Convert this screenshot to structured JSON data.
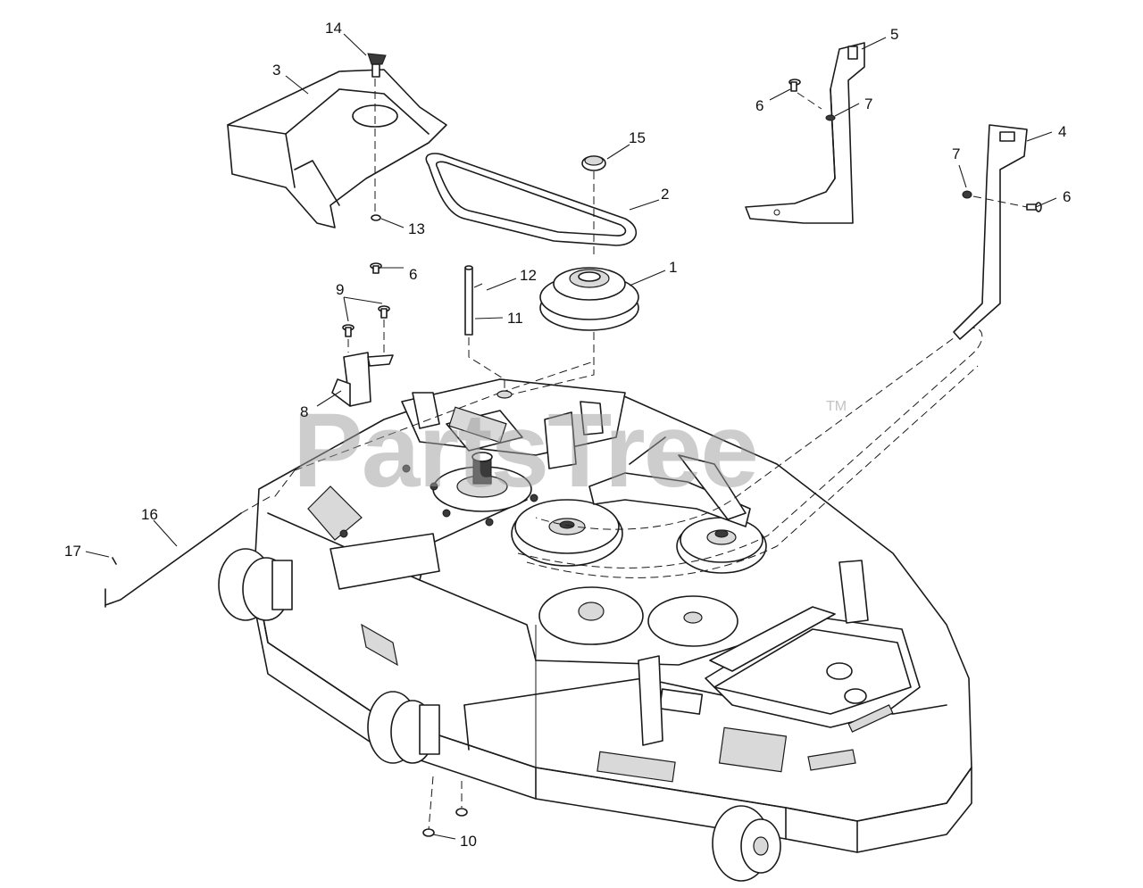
{
  "watermark": {
    "text": "PartsTree",
    "trademark": "TM",
    "color": "#9c9c9c"
  },
  "callouts": [
    "1",
    "2",
    "3",
    "4",
    "5",
    "6",
    "6",
    "6",
    "7",
    "7",
    "8",
    "9",
    "10",
    "11",
    "12",
    "13",
    "14",
    "15",
    "16",
    "17"
  ],
  "colors": {
    "line": "#1a1a1a",
    "background": "#ffffff"
  }
}
